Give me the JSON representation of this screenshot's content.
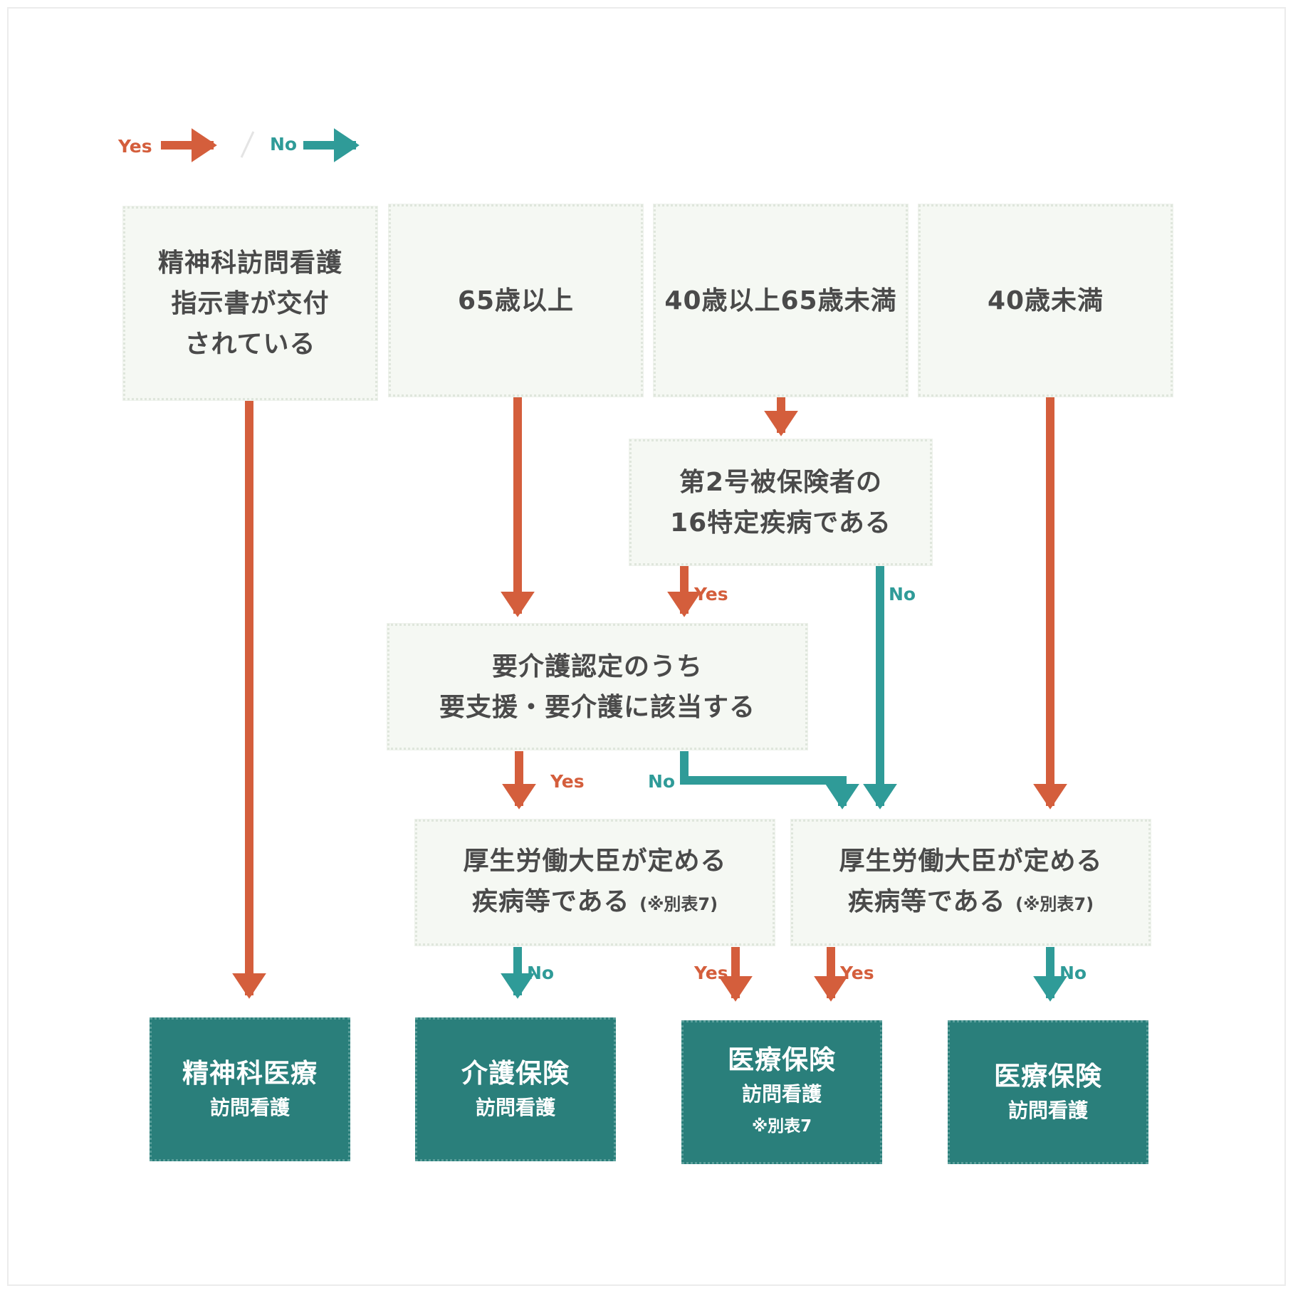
{
  "legend": {
    "yes": "Yes",
    "no": "No"
  },
  "colors": {
    "yes": "#d45e3c",
    "no": "#2f9b98",
    "result_bg": "#2a7f7b",
    "box_bg": "#f5f8f3"
  },
  "boxes": {
    "psychiatric": [
      "精神科訪問看護",
      "指示書が交付",
      "されている"
    ],
    "age65": [
      "65歳以上"
    ],
    "age40to65": [
      "40歳以上65歳未満"
    ],
    "under40": [
      "40歳未満"
    ],
    "disease16": [
      "第2号被保険者の",
      "16特定疾病である"
    ],
    "care_cert": [
      "要介護認定のうち",
      "要支援・要介護に該当する"
    ],
    "mhlw_left": {
      "line1": "厚生労働大臣が定める",
      "line2": "疾病等である",
      "note": "(※別表7)"
    },
    "mhlw_right": {
      "line1": "厚生労働大臣が定める",
      "line2": "疾病等である",
      "note": "(※別表7)"
    }
  },
  "arrow_labels": {
    "disease16_yes": "Yes",
    "disease16_no": "No",
    "care_yes": "Yes",
    "care_no": "No",
    "mhlw_left_no": "No",
    "mhlw_left_yes": "Yes",
    "mhlw_right_yes": "Yes",
    "mhlw_right_no": "No"
  },
  "results": {
    "psychiatric_care": {
      "title": "精神科医療",
      "sub": "訪問看護"
    },
    "nursing_insurance": {
      "title": "介護保険",
      "sub": "訪問看護"
    },
    "medical_insurance_7": {
      "title": "医療保険",
      "sub": "訪問看護",
      "note": "※別表7"
    },
    "medical_insurance": {
      "title": "医療保険",
      "sub": "訪問看護"
    }
  }
}
